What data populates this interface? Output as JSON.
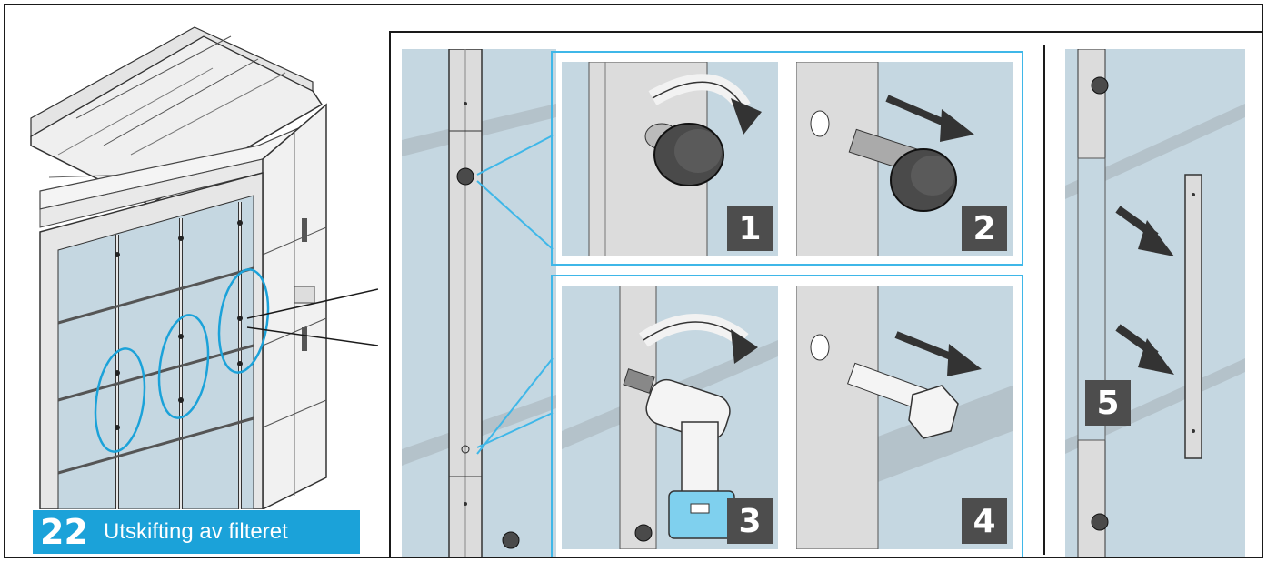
{
  "step": {
    "number": "22",
    "title": "Utskifting av filteret"
  },
  "sub_steps": [
    {
      "label": "1",
      "icon": "knob-turn-icon"
    },
    {
      "label": "2",
      "icon": "knob-remove-icon"
    },
    {
      "label": "3",
      "icon": "drill-icon"
    },
    {
      "label": "4",
      "icon": "bolt-remove-icon"
    },
    {
      "label": "5",
      "icon": "bar-remove-icon"
    }
  ],
  "colors": {
    "accent": "#1ba2d9",
    "callout": "#3fb7e8",
    "filter_panel": "#c5d7e1",
    "badge": "#4d4d4d",
    "knob": "#4a4a4a"
  }
}
